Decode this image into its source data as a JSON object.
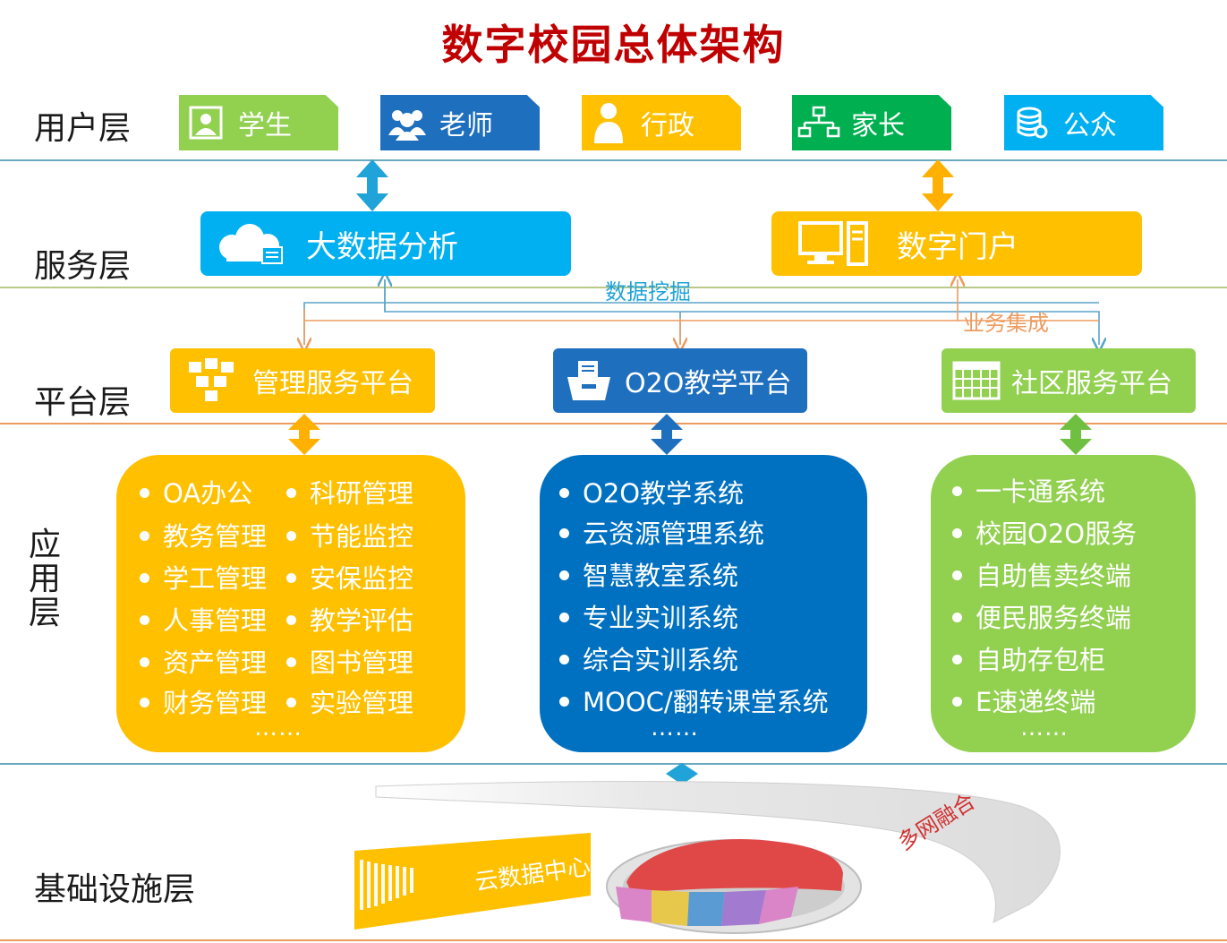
{
  "title": "数字校园总体架构",
  "layers": {
    "user": "用户层",
    "service": "服务层",
    "platform": "平台层",
    "application": [
      "应",
      "用",
      "层"
    ],
    "infrastructure": "基础设施层"
  },
  "users": [
    {
      "label": "学生",
      "color": "#92d050",
      "icon": "student-icon"
    },
    {
      "label": "老师",
      "color": "#1f6fbf",
      "icon": "teachers-icon"
    },
    {
      "label": "行政",
      "color": "#ffc000",
      "icon": "admin-person-icon"
    },
    {
      "label": "家长",
      "color": "#00b050",
      "icon": "network-icon"
    },
    {
      "label": "公众",
      "color": "#00b0f0",
      "icon": "database-icon"
    }
  ],
  "services": {
    "bigdata": {
      "label": "大数据分析",
      "color": "#00b0f0",
      "icon": "cloud-icon"
    },
    "portal": {
      "label": "数字门户",
      "color": "#ffc000",
      "icon": "computer-icon"
    }
  },
  "flows": {
    "data_mining": "数据挖掘",
    "business_integration": "业务集成",
    "teal_color": "#5ba4c9",
    "orange_color": "#ed9c60"
  },
  "platforms": {
    "management": {
      "label": "管理服务平台",
      "color": "#ffc000",
      "icon": "cubes-icon"
    },
    "o2o": {
      "label": "O2O教学平台",
      "color": "#1f6fbf",
      "icon": "document-box-icon"
    },
    "community": {
      "label": "社区服务平台",
      "color": "#92d050",
      "icon": "calendar-icon"
    }
  },
  "applications": {
    "management": {
      "color": "#ffc000",
      "col1": [
        "OA办公",
        "教务管理",
        "学工管理",
        "人事管理",
        "资产管理",
        "财务管理"
      ],
      "col2": [
        "科研管理",
        "节能监控",
        "安保监控",
        "教学评估",
        "图书管理",
        "实验管理"
      ],
      "more": "……"
    },
    "o2o": {
      "color": "#0070c0",
      "items": [
        "O2O教学系统",
        "云资源管理系统",
        "智慧教室系统",
        "专业实训系统",
        "综合实训系统",
        "MOOC/翻转课堂系统"
      ],
      "more": "……"
    },
    "community": {
      "color": "#92d050",
      "items": [
        "一卡通系统",
        "校园O2O服务",
        "自助售卖终端",
        "便民服务终端",
        "自助存包柜",
        "E速递终端"
      ],
      "more": "……"
    }
  },
  "infrastructure": {
    "cloud_dc": "云数据中心",
    "multinet": "多网融合"
  }
}
